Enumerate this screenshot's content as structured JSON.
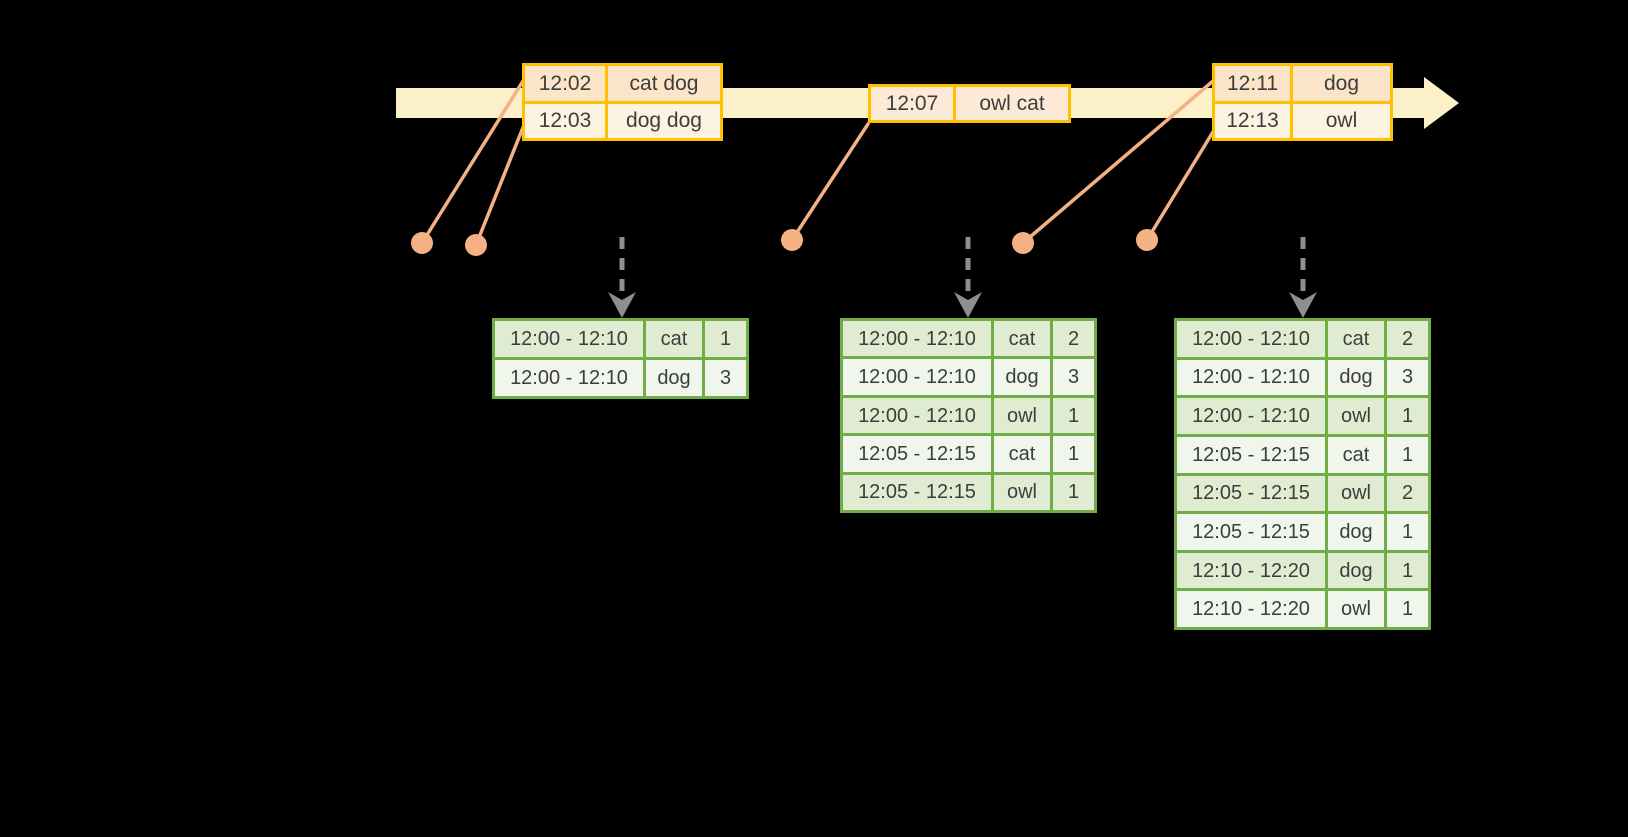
{
  "diagram_title": "windowed-streaming-aggregation",
  "colors": {
    "background": "#000000",
    "timeline_band": "#fbf0c7",
    "event_table_border": "#ffc000",
    "event_row_peach": "#fbe4c8",
    "event_row_cream": "#fdf3e1",
    "connector": "#f4b183",
    "trigger_arrow": "#8e8e8e",
    "result_table_border": "#70ad47",
    "result_row_green": "#dfecd2",
    "result_row_light": "#f1f6ec",
    "text": "#3d3d3d"
  },
  "icons": {
    "timeline_arrowhead": "right-arrow",
    "trigger_arrowhead": "down-chevron",
    "event_marker": "dot"
  },
  "event_tables": [
    {
      "rows": [
        {
          "time": "12:02",
          "words": "cat dog"
        },
        {
          "time": "12:03",
          "words": "dog dog"
        }
      ]
    },
    {
      "rows": [
        {
          "time": "12:07",
          "words": "owl cat"
        }
      ]
    },
    {
      "rows": [
        {
          "time": "12:11",
          "words": "dog"
        },
        {
          "time": "12:13",
          "words": "owl"
        }
      ]
    }
  ],
  "result_tables": [
    {
      "rows": [
        [
          "12:00 - 12:10",
          "cat",
          "1"
        ],
        [
          "12:00 - 12:10",
          "dog",
          "3"
        ]
      ]
    },
    {
      "rows": [
        [
          "12:00 - 12:10",
          "cat",
          "2"
        ],
        [
          "12:00 - 12:10",
          "dog",
          "3"
        ],
        [
          "12:00 - 12:10",
          "owl",
          "1"
        ],
        [
          "12:05 - 12:15",
          "cat",
          "1"
        ],
        [
          "12:05 - 12:15",
          "owl",
          "1"
        ]
      ]
    },
    {
      "rows": [
        [
          "12:00 - 12:10",
          "cat",
          "2"
        ],
        [
          "12:00 - 12:10",
          "dog",
          "3"
        ],
        [
          "12:00 - 12:10",
          "owl",
          "1"
        ],
        [
          "12:05 - 12:15",
          "cat",
          "1"
        ],
        [
          "12:05 - 12:15",
          "owl",
          "2"
        ],
        [
          "12:05 - 12:15",
          "dog",
          "1"
        ],
        [
          "12:10 - 12:20",
          "dog",
          "1"
        ],
        [
          "12:10 - 12:20",
          "owl",
          "1"
        ]
      ]
    }
  ]
}
